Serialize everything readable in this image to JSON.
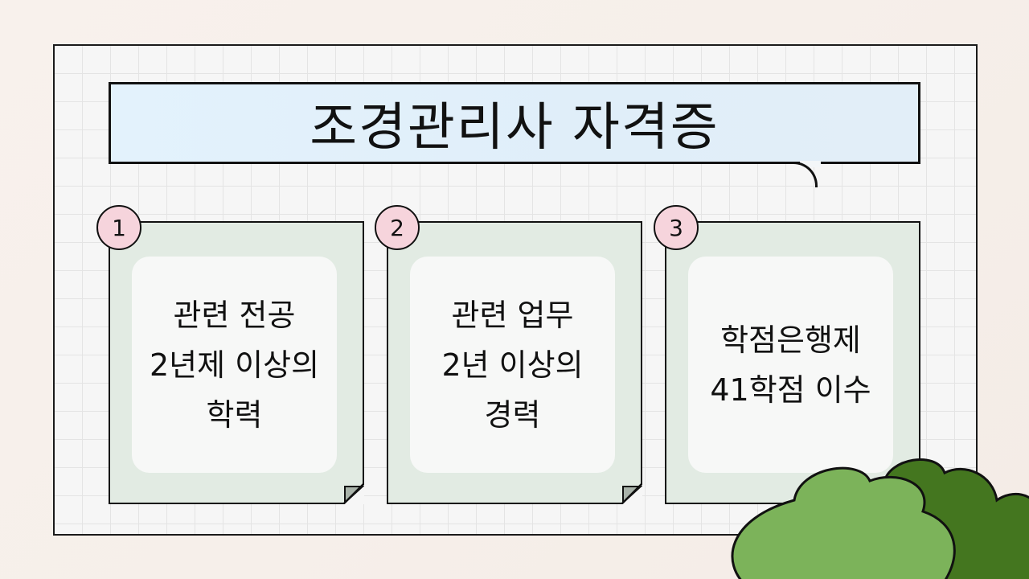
{
  "slide": {
    "title": "조경관리사 자격증",
    "colors": {
      "title_fill": "#e1effa",
      "card_fill": "#e2ebe3",
      "panel_fill": "#f7f7f7",
      "badge_fill": "#f6d4dc",
      "bush_light": "#7cb35a",
      "bush_dark": "#44761f",
      "outline": "#111111"
    },
    "cards": [
      {
        "number": "1",
        "text": "관련 전공\n2년제 이상의\n학력"
      },
      {
        "number": "2",
        "text": "관련 업무\n2년 이상의\n경력"
      },
      {
        "number": "3",
        "text": "학점은행제\n41학점 이수"
      }
    ],
    "decorations": [
      "grid-paper-frame",
      "bush-illustration"
    ]
  }
}
